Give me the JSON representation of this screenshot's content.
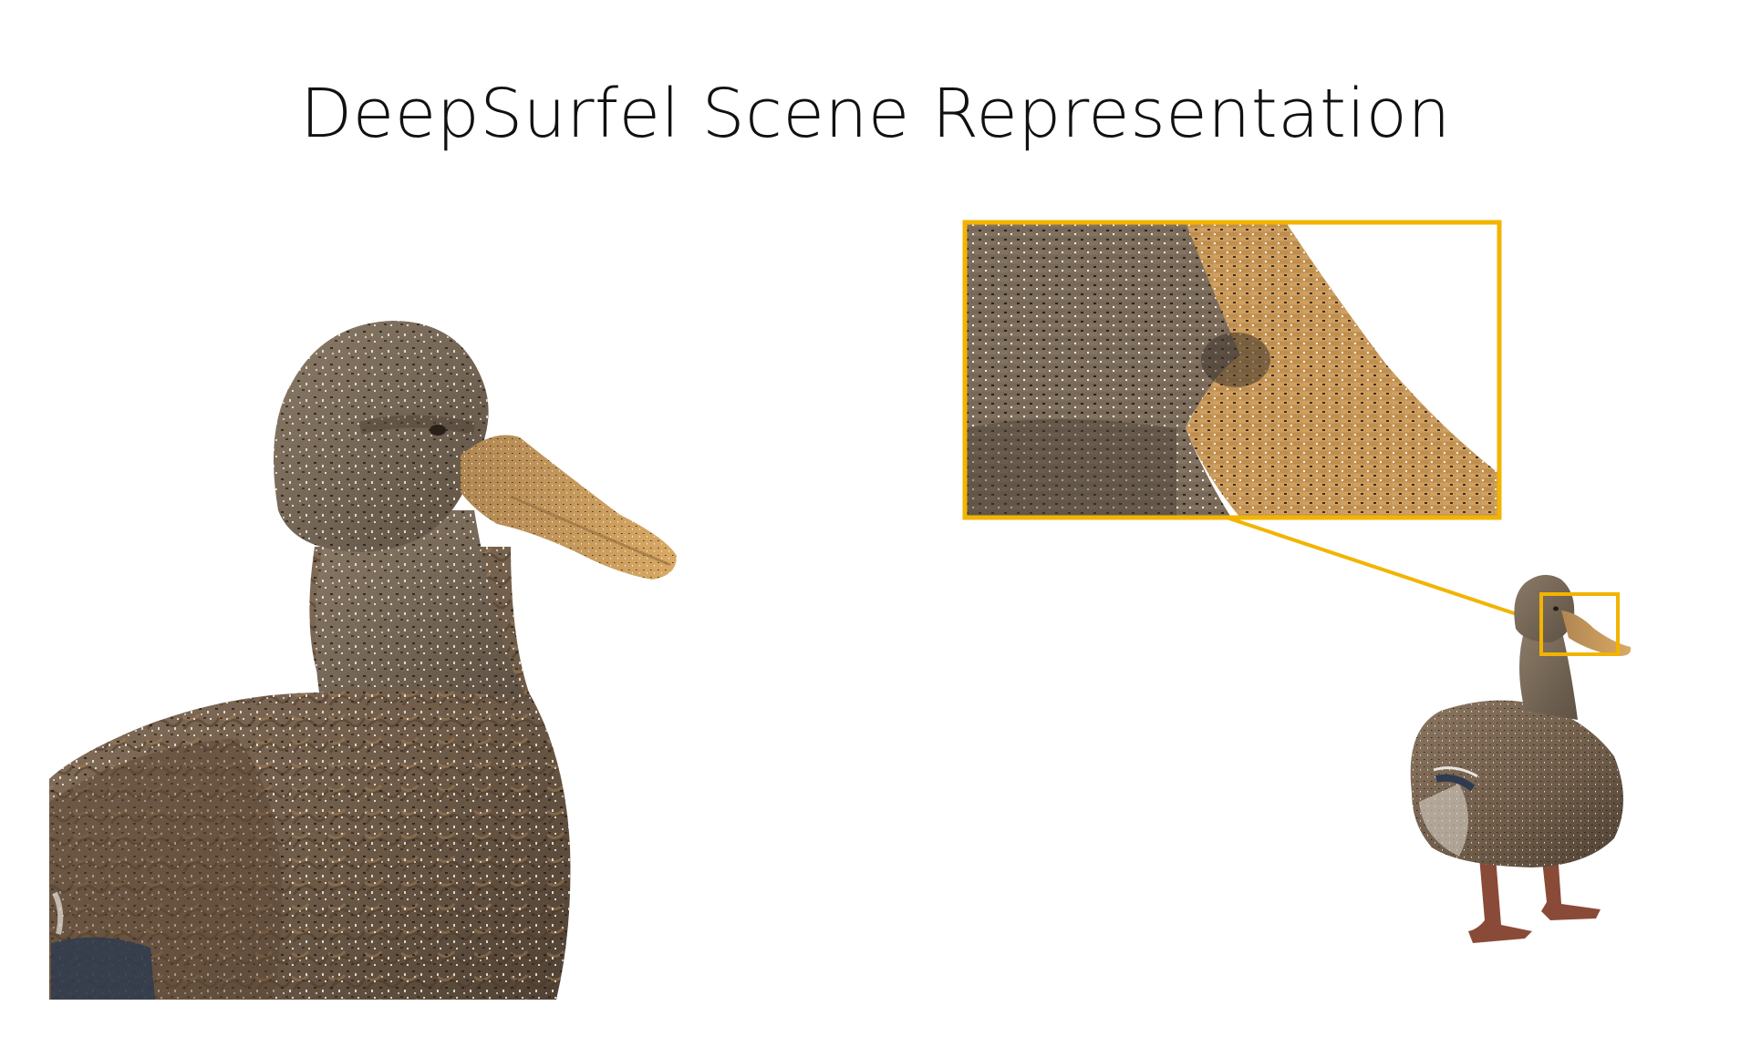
{
  "slide": {
    "title": "DeepSurfel Scene Representation"
  },
  "colors": {
    "background": "#ffffff",
    "title_text": "#111111",
    "highlight_box": "#f2b400",
    "duck_body": "#7a6651",
    "duck_head": "#746553",
    "duck_bill": "#c99a5b",
    "duck_feet": "#8a4a38",
    "wing_patch": "#2f3b4f"
  },
  "figures": {
    "large_duck": "closeup-duck-render",
    "small_duck": "full-duck-render",
    "zoom_inset": "bill-surfel-zoom",
    "zoom_indicator": "bill-highlight-box"
  }
}
